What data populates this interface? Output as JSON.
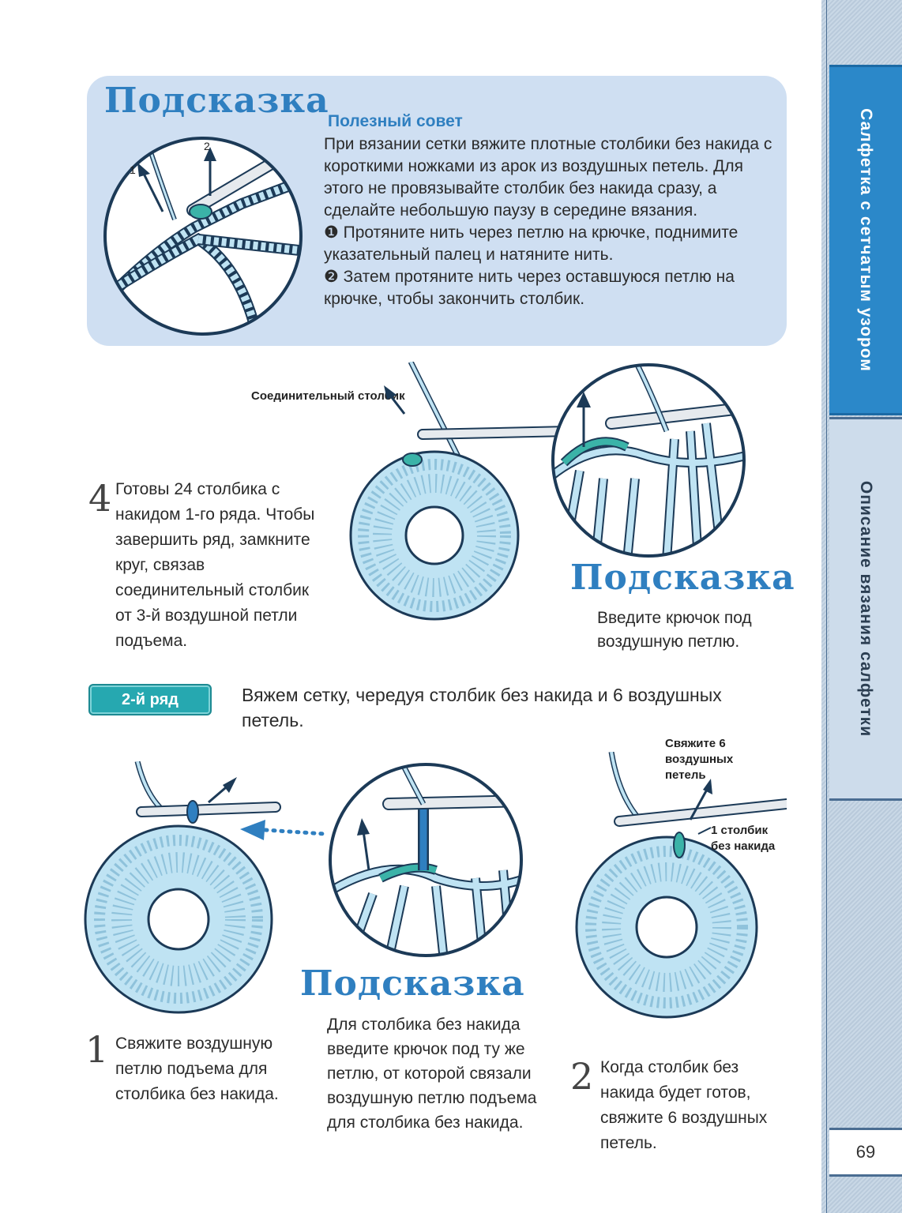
{
  "side_tabs": {
    "active_label": "Салфетка с сетчатым узором",
    "inactive_label": "Описание вязания салфетки"
  },
  "page_number": "69",
  "hint_box": {
    "title": "Подсказка",
    "tip_title": "Полезный совет",
    "tip_paragraphs": [
      "При вязании сетки вяжите плотные столбики без накида с короткими ножками из арок из воздушных петель. Для этого не провязывайте столбик без накида сразу, а сделайте небольшую паузу в середине вязания.",
      "❶ Протяните нить через петлю на крючке, поднимите указательный палец и натяните нить.",
      "❷ Затем протяните нить через оставшуюся петлю на крючке, чтобы закончить столбик."
    ],
    "arrow_label_1": "1",
    "arrow_label_2": "2"
  },
  "step4": {
    "number": "4",
    "text": "Готовы 24 столбика с накидом 1-го ряда. Чтобы завершить ряд, замкните круг, связав соединительный столбик от 3-й воздушной петли подъема.",
    "callout": "Соединительный столбик",
    "hint_title": "Подсказка",
    "hint_text": "Введите крючок под воздушную петлю."
  },
  "row2": {
    "badge": "2-й ряд",
    "text": "Вяжем сетку, чередуя столбик без накида и 6 воздушных петель."
  },
  "step1": {
    "number": "1",
    "text": "Свяжите воздушную петлю подъема для столбика без накида."
  },
  "hint3": {
    "title": "Подсказка",
    "text": "Для столбика без накида введите крючок под ту же петлю, от которой связали воздушную петлю подъема для столбика без накида."
  },
  "step2": {
    "number": "2",
    "text": "Когда столбик без накида будет готов, свяжите 6 воздушных петель.",
    "callout_top": "Свяжите 6 воздушных петель",
    "callout_side": "1 столбик без накида"
  }
}
